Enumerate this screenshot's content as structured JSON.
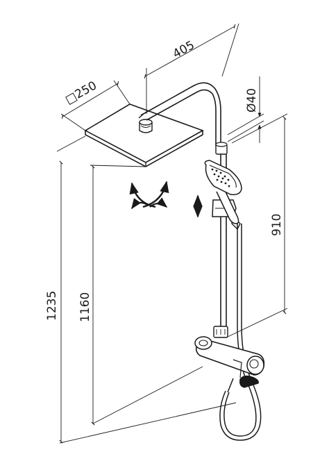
{
  "dimensions": {
    "arm_length": "405",
    "head_size": "□250",
    "pipe_diameter": "Ø40",
    "rail_height": "910",
    "head_height_total": "1235",
    "head_height_lower": "1160"
  },
  "icons": {
    "rotation": "rotate-arrows-icon",
    "vertical_adjust": "up-down-arrow-icon"
  },
  "colors": {
    "line": "#1a1a1a",
    "background": "#ffffff",
    "shower_head_top": "#ffffff"
  }
}
